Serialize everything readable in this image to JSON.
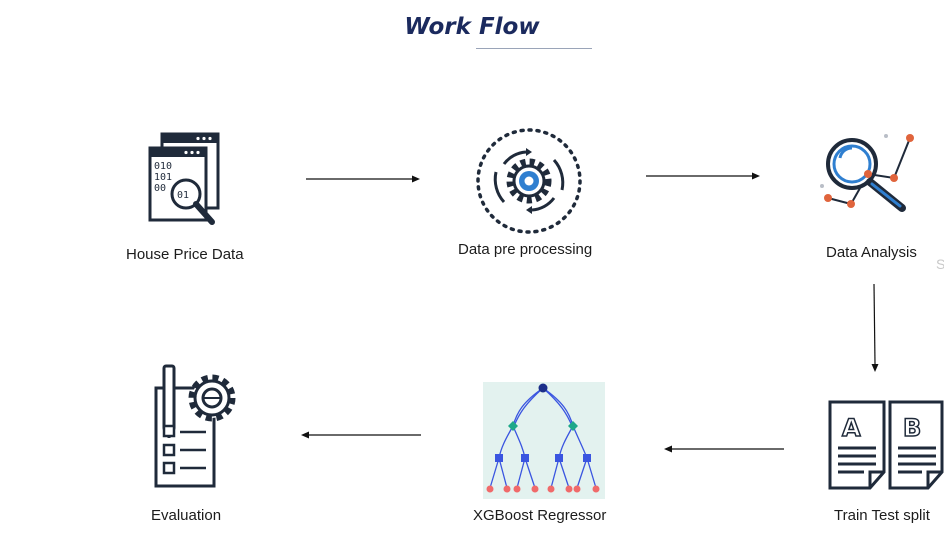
{
  "title": "Work Flow",
  "nodes": {
    "house_price_data": "House Price Data",
    "data_preprocessing": "Data pre processing",
    "data_analysis": "Data Analysis",
    "train_test_split": "Train Test split",
    "xgboost_regressor": "XGBoost Regressor",
    "evaluation": "Evaluation"
  },
  "icon_text": {
    "binary_line_1": "010",
    "binary_line_2": "101",
    "binary_line_3": "00",
    "binary_badge": "01",
    "doc_a": "A",
    "doc_b": "B"
  },
  "edge_mark": "S",
  "colors": {
    "title": "#1b2a5e",
    "icon_dark": "#1f2a3a",
    "icon_blue": "#2f7fd0",
    "icon_orange": "#e0643c",
    "xgb_background": "#e3f2ef",
    "xgb_root": "#1c2f8a",
    "xgb_green": "#1ea88a",
    "xgb_blue": "#3a55e0",
    "xgb_leaf": "#f06a6a"
  }
}
